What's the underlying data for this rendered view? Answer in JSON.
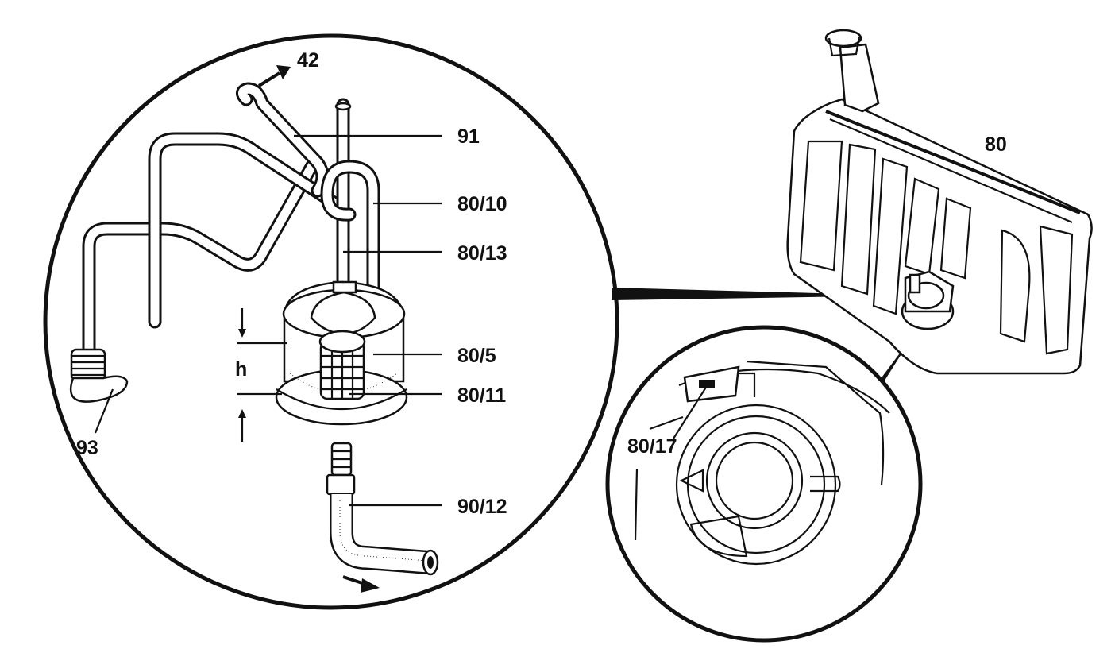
{
  "labels": {
    "l42": "42",
    "l91": "91",
    "l80_10": "80/10",
    "l80_13": "80/13",
    "l80_5": "80/5",
    "l80_11": "80/11",
    "l90_12": "90/12",
    "l93": "93",
    "lh": "h",
    "l80": "80",
    "l80_17": "80/17"
  },
  "colors": {
    "ink": "#111111",
    "paper": "#ffffff"
  }
}
